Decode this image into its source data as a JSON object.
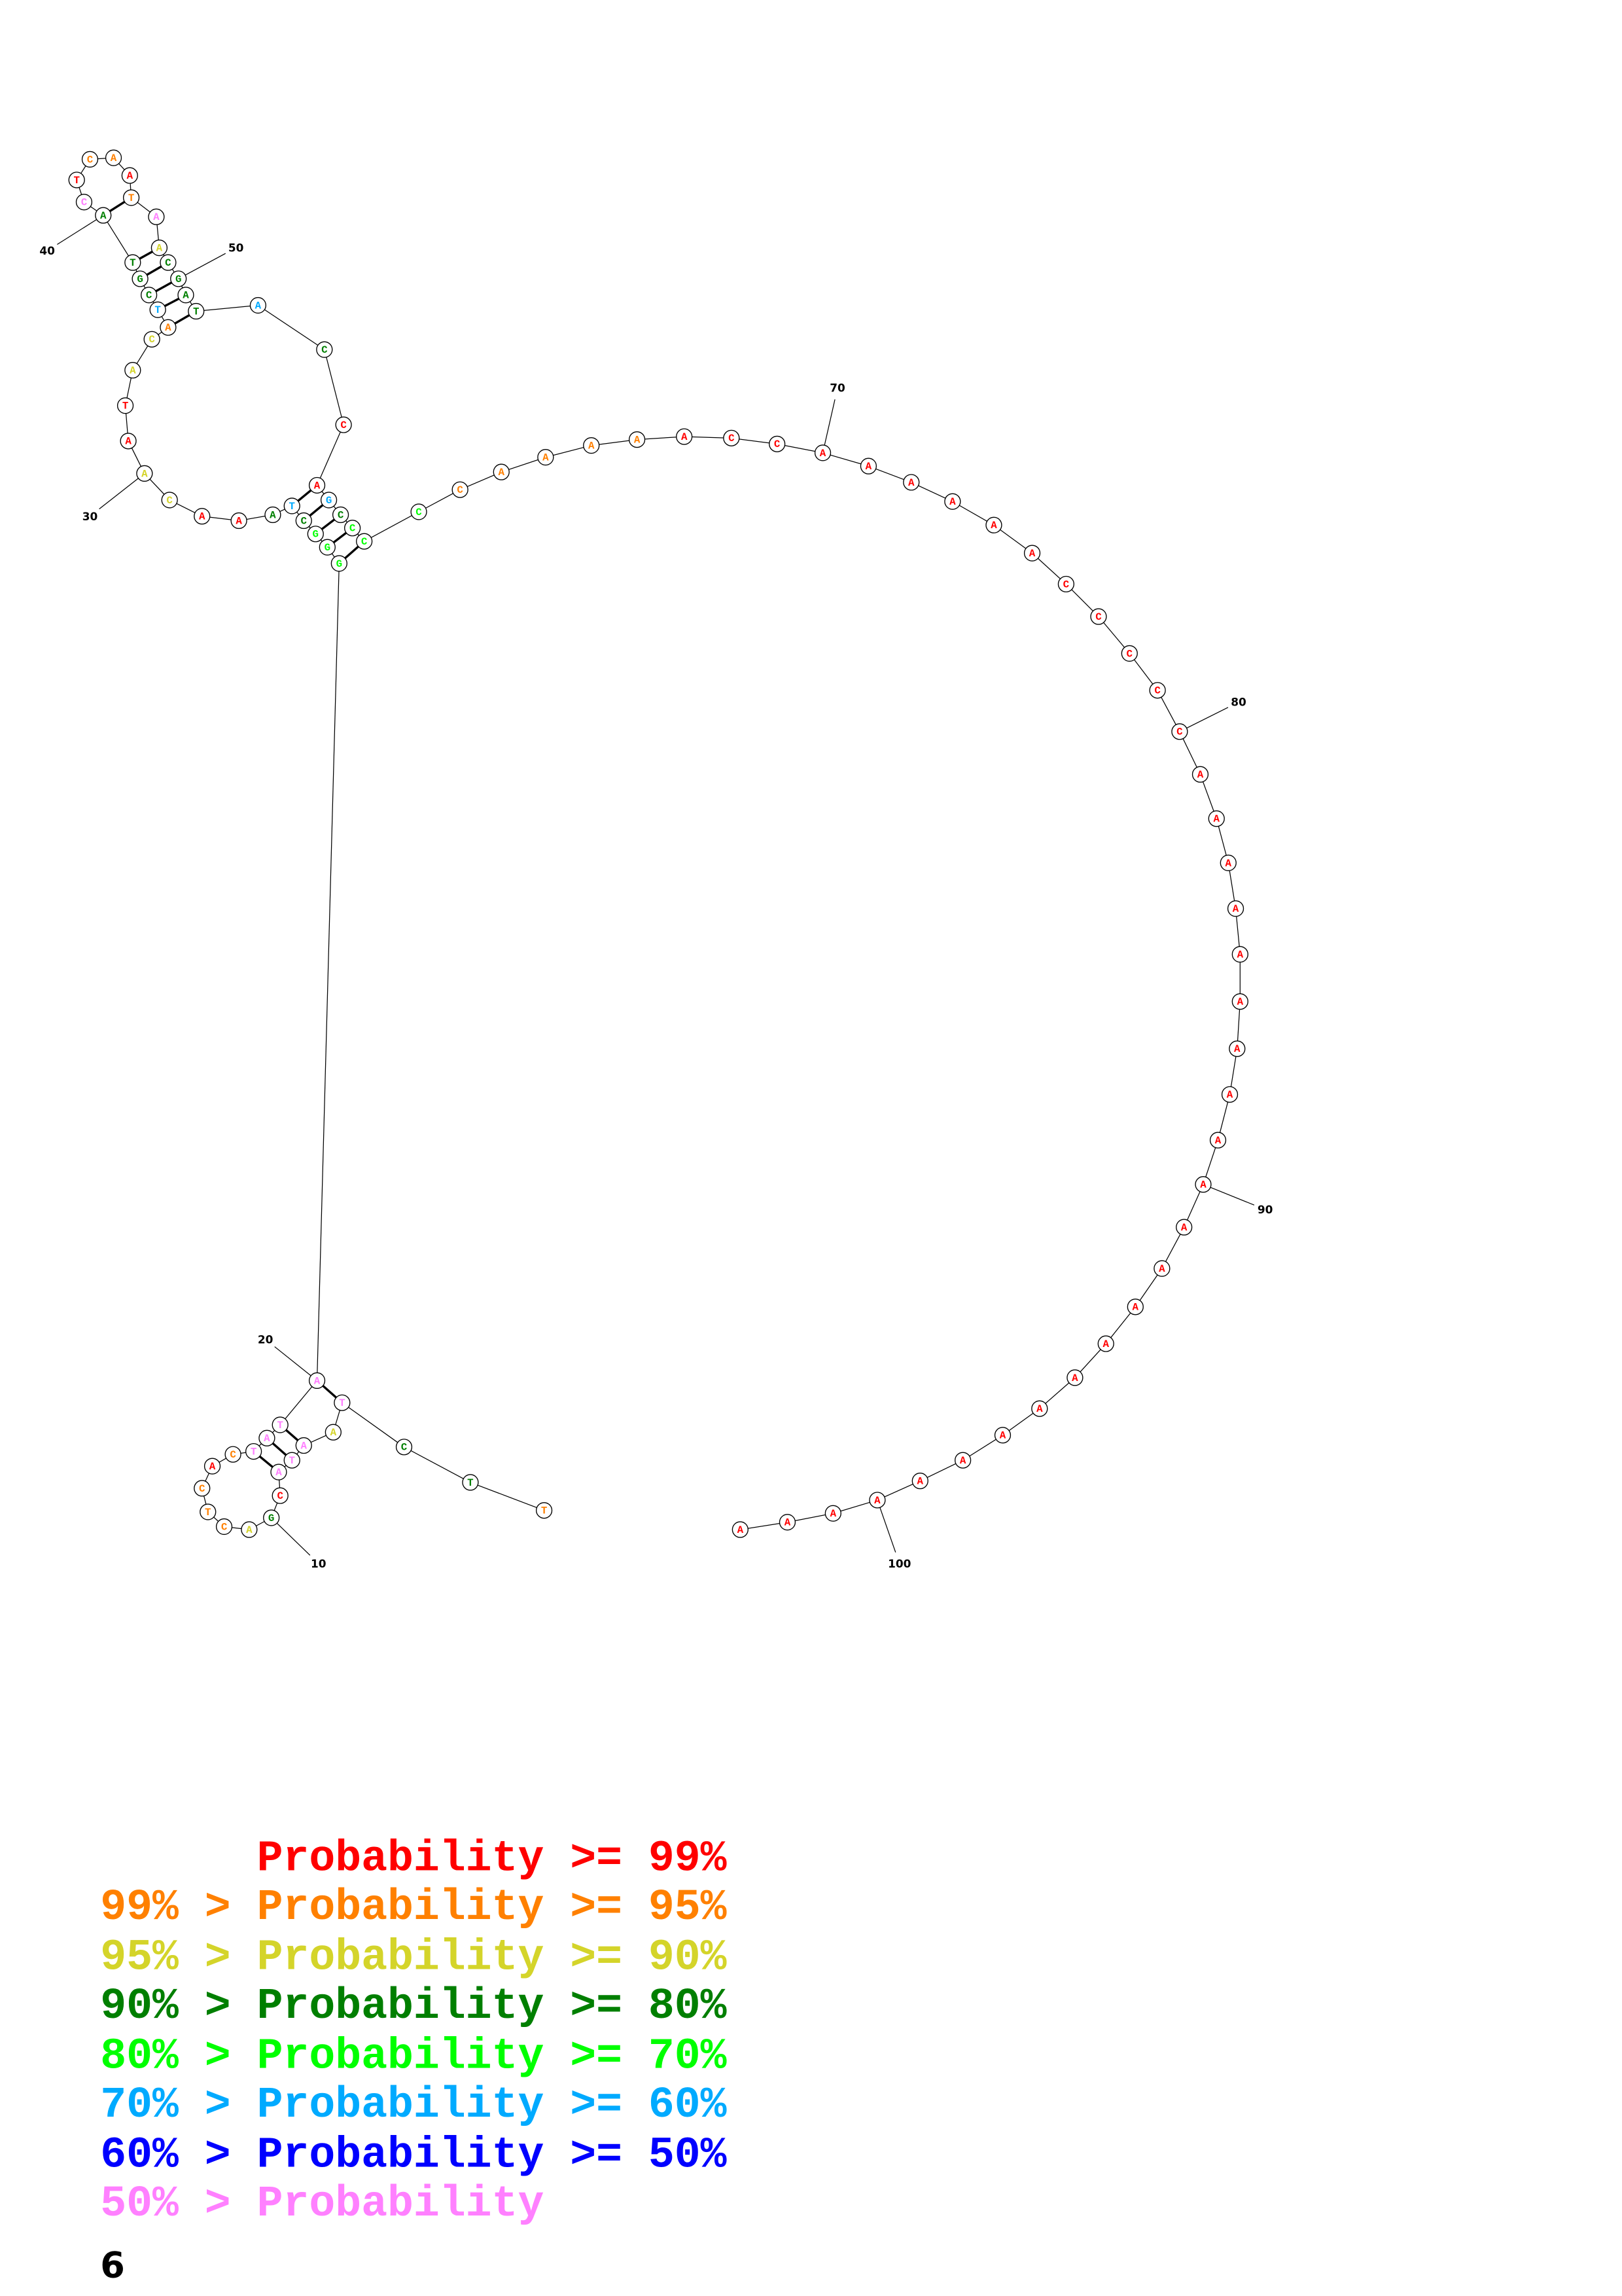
{
  "structure": {
    "sequence": "TTCTAATACGACTCACTATAGGGCTAAACAATACATCGTACTCAATAACGATACCAGCCCCCAAAAACCAAAAAACCCCCAAAAAAAAAAAAAAAAAAAAAAA",
    "probability_classes": "1337277703211101777744435300220022153333701101723333530053444111110000000000000000000000000000000000000",
    "pairs": [
      [
        4,
        20
      ],
      [
        6,
        19
      ],
      [
        7,
        18
      ],
      [
        8,
        17
      ],
      [
        21,
        60
      ],
      [
        22,
        59
      ],
      [
        23,
        58
      ],
      [
        24,
        57
      ],
      [
        25,
        56
      ],
      [
        35,
        52
      ],
      [
        36,
        51
      ],
      [
        37,
        50
      ],
      [
        38,
        49
      ],
      [
        39,
        48
      ],
      [
        40,
        46
      ]
    ],
    "position_labels": [
      "10",
      "20",
      "30",
      "40",
      "50",
      "70",
      "80",
      "90",
      "100"
    ]
  },
  "legend": {
    "colors": [
      "#ff0000",
      "#ff8000",
      "#d4d42a",
      "#007f00",
      "#00ff00",
      "#00aaff",
      "#0000ff",
      "#ff80ff"
    ],
    "lines": [
      "      Probability >= 99%",
      "99% > Probability >= 95%",
      "95% > Probability >= 90%",
      "90% > Probability >= 80%",
      "80% > Probability >= 70%",
      "70% > Probability >= 60%",
      "60% > Probability >= 50%",
      "50% > Probability"
    ]
  },
  "page_number": "6"
}
